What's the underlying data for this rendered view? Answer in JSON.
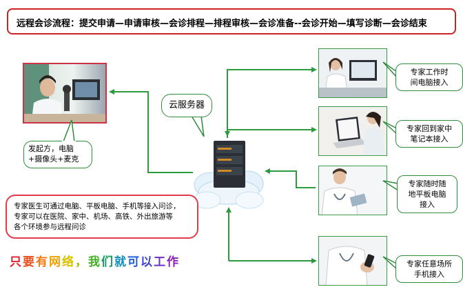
{
  "title": "远程会诊流程：提交申请—申请审核—会诊排程—排程审核—会诊准备--会诊开始—填写诊断—会诊结束",
  "cloud_label": "云服务器",
  "initiator": {
    "lines": [
      "发起方，电脑",
      "+摄像头+麦克"
    ]
  },
  "expert_info": {
    "lines": [
      "专家医生可通过电脑、平板电脑、手机等接入问诊，",
      "专家可以在医院、家中、机场、高铁、外出旅游等",
      "各个环境参与远程问诊"
    ]
  },
  "slogan": {
    "chars": [
      "只",
      "要",
      "有",
      "网",
      "络",
      "，",
      "我",
      "们",
      "就",
      "可",
      "以",
      "工",
      "作"
    ],
    "colors": [
      "#e0202a",
      "#e8501e",
      "#f07a10",
      "#f0a000",
      "#d8c000",
      "#98c000",
      "#40b020",
      "#10a060",
      "#1090c0",
      "#2060d8",
      "#4040d0",
      "#6a30c8",
      "#8a20b8"
    ]
  },
  "experts": [
    {
      "lines": [
        "专家工作时",
        "间电脑接入"
      ]
    },
    {
      "lines": [
        "专家回到家中",
        "笔记本接入"
      ]
    },
    {
      "lines": [
        "专家随时随",
        "地平板电脑",
        "接入"
      ]
    },
    {
      "lines": [
        "专家任意场所",
        "手机接入"
      ]
    }
  ],
  "colors": {
    "arrow": "#2e9a3e",
    "title_border": "#cc2222",
    "info_border": "#e23a4a"
  }
}
